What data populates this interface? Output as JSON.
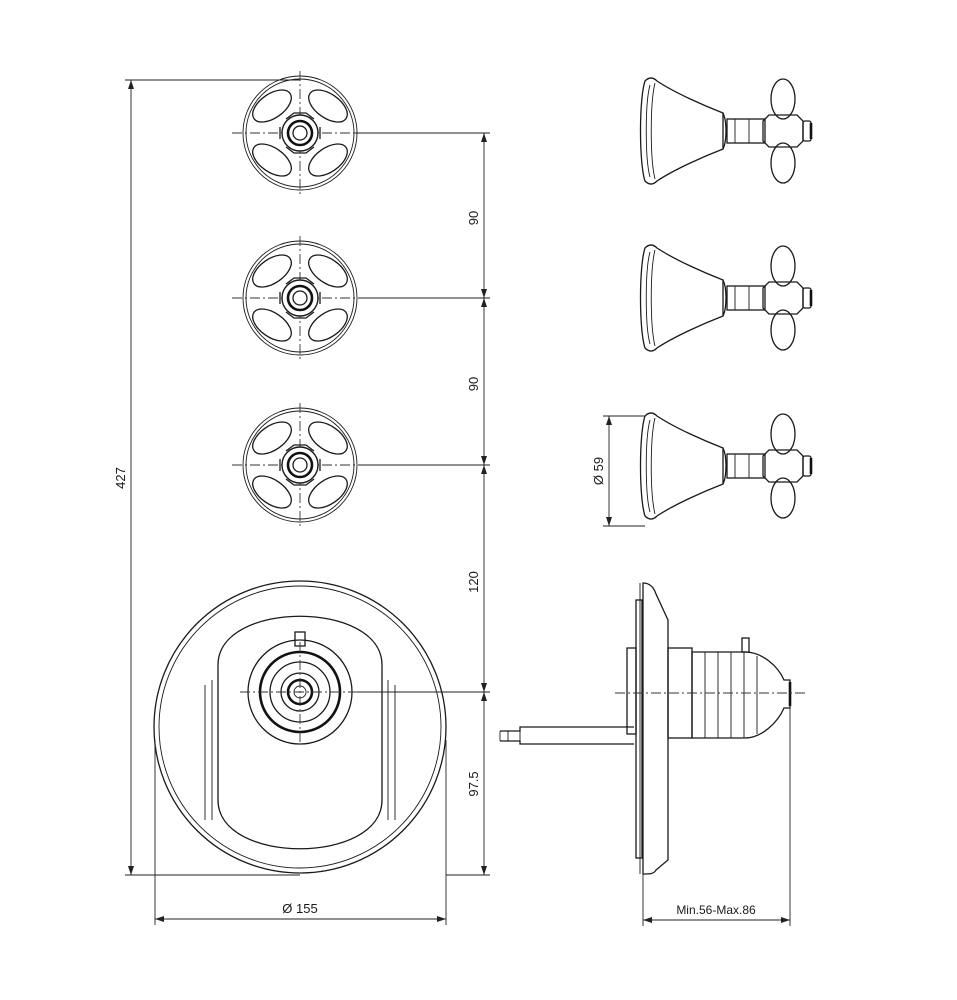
{
  "dimensions": {
    "spacing_1": "90",
    "spacing_2": "90",
    "spacing_3": "120",
    "spacing_4": "97.5",
    "total_height": "427",
    "plate_diameter": "Ø 155",
    "handle_diameter": "Ø 59",
    "wall_depth": "Min.56-Max.86"
  },
  "colors": {
    "line": "#1a1a1a",
    "background": "#ffffff"
  }
}
